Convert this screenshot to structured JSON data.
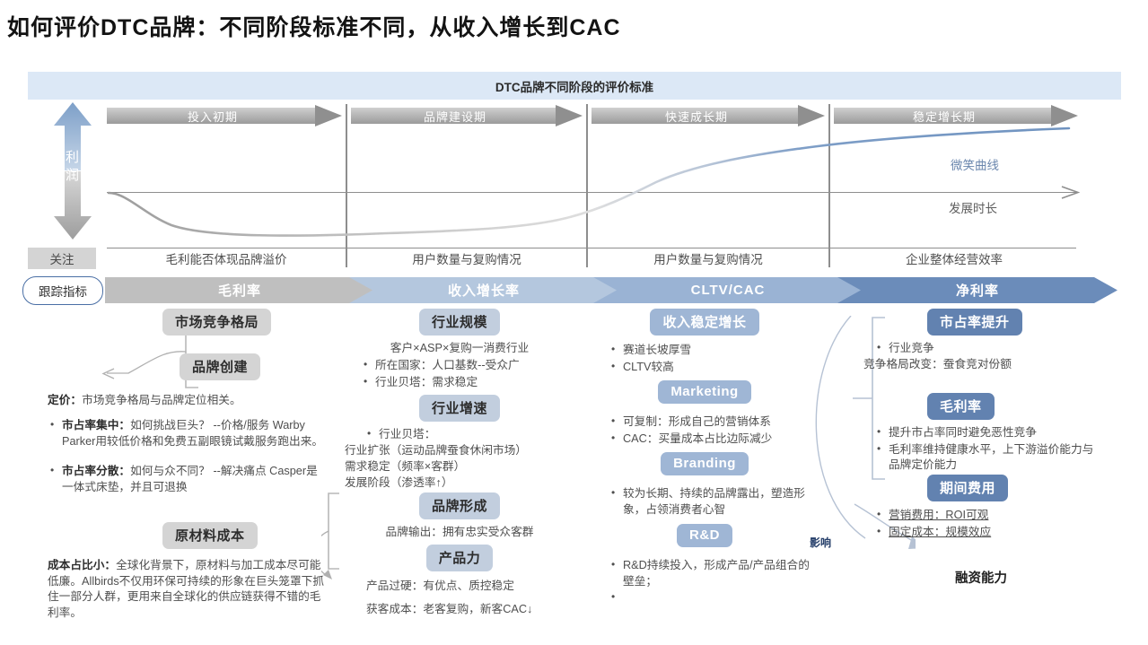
{
  "title": "如何评价DTC品牌：不同阶段标准不同，从收入增长到CAC",
  "banner": {
    "text": "DTC品牌不同阶段的评价标准"
  },
  "axes": {
    "profit_label_line1": "利",
    "profit_label_line2": "润",
    "time_label": "发展时长",
    "curve_label": "微笑曲线"
  },
  "stages": [
    {
      "label": "投入初期"
    },
    {
      "label": "品牌建设期"
    },
    {
      "label": "快速成长期"
    },
    {
      "label": "稳定增长期"
    }
  ],
  "focus": {
    "tag": "关注",
    "cells": [
      "毛利能否体现品牌溢价",
      "用户数量与复购情况",
      "用户数量与复购情况",
      "企业整体经营效率"
    ]
  },
  "tracking": {
    "tag": "跟踪指标",
    "items": [
      {
        "label": "毛利率",
        "color": "#bfbfbf"
      },
      {
        "label": "收入增长率",
        "color": "#b4c7de"
      },
      {
        "label": "CLTV/CAC",
        "color": "#9ab3d4"
      },
      {
        "label": "净利率",
        "color": "#6b8cba"
      }
    ]
  },
  "columns": [
    {
      "id": "col1",
      "pills": [
        "市场竞争格局",
        "品牌创建",
        "原材料成本"
      ],
      "paragraph_pricing_bold": "定价：",
      "paragraph_pricing_rest": "市场竞争格局与品牌定位相关。",
      "bullets": [
        {
          "bold": "市占率集中：",
          "rest": "如何挑战巨头？ --价格/服务 Warby Parker用较低价格和免费五副眼镜试戴服务跑出来。"
        },
        {
          "bold": "市占率分散：",
          "rest": "如何与众不同？ --解决痛点 Casper是一体式床垫，并且可退换"
        }
      ],
      "paragraph_cost_bold": "成本占比小：",
      "paragraph_cost_rest": "全球化背景下，原材料与加工成本尽可能低廉。Allbirds不仅用环保可持续的形象在巨头笼罩下抓住一部分人群，更用来自全球化的供应链获得不错的毛利率。"
    },
    {
      "id": "col2",
      "pill_scale": "行业规模",
      "scale_line1": "客户×ASP×复购一消费行业",
      "scale_bullets": [
        "所在国家：人口基数--受众广",
        "行业贝塔：需求稳定"
      ],
      "pill_growth": "行业增速",
      "growth_bullets": [
        "行业贝塔："
      ],
      "growth_lines": [
        "行业扩张（运动品牌蚕食休闲市场）",
        "需求稳定（频率×客群）",
        "发展阶段（渗透率↑）"
      ],
      "pill_brand": "品牌形成",
      "brand_line": "品牌输出：拥有忠实受众客群",
      "pill_product": "产品力",
      "product_lines": [
        "产品过硬：有优点、质控稳定",
        "获客成本：老客复购，新客CAC↓"
      ]
    },
    {
      "id": "col3",
      "pill_revenue": "收入稳定增长",
      "revenue_bullets": [
        "赛道长坡厚雪",
        "CLTV较高"
      ],
      "pill_marketing": "Marketing",
      "marketing_bullets": [
        "可复制：形成自己的营销体系",
        "CAC：买量成本占比边际减少"
      ],
      "pill_branding": "Branding",
      "branding_bullets": [
        "较为长期、持续的品牌露出，塑造形象，占领消费者心智"
      ],
      "pill_rd": "R&D",
      "rd_bullets": [
        "R&D持续投入，形成产品/产品组合的壁垒；",
        ""
      ]
    },
    {
      "id": "col4",
      "pill_share": "市占率提升",
      "share_bullets": [
        "行业竞争"
      ],
      "share_line": "竞争格局改变：蚕食竞对份额",
      "pill_margin": "毛利率",
      "margin_bullets": [
        "提升市占率同时避免恶性竞争",
        "毛利率维持健康水平，上下游溢价能力与品牌定价能力"
      ],
      "pill_expense": "期间费用",
      "expense_bullets": [
        "营销费用：ROI可观",
        "固定成本：规模效应"
      ],
      "influence_label": "影响",
      "finance_label": "融资能力"
    }
  ],
  "colors": {
    "banner_bg": "#dce8f6",
    "accent_blue": "#6282b0",
    "curve_blue": "#7b9bc4",
    "grey_pill": "#d4d4d4"
  },
  "chart_data": {
    "type": "line",
    "title": "DTC品牌不同阶段的评价标准",
    "xlabel": "发展时长",
    "ylabel": "利润",
    "grid": false,
    "legend": "none",
    "annotations": [
      "微笑曲线"
    ],
    "series": [
      {
        "name": "微笑曲线",
        "x": [
          0,
          0.06,
          0.14,
          0.25,
          0.33,
          0.42,
          0.5,
          0.56,
          0.62,
          0.7,
          0.8,
          0.9,
          1.0
        ],
        "y": [
          0.0,
          -0.28,
          -0.42,
          -0.46,
          -0.44,
          -0.4,
          -0.33,
          -0.15,
          0.06,
          0.22,
          0.36,
          0.5,
          0.62
        ]
      }
    ],
    "x_segments": [
      "投入初期",
      "品牌建设期",
      "快速成长期",
      "稳定增长期"
    ]
  }
}
